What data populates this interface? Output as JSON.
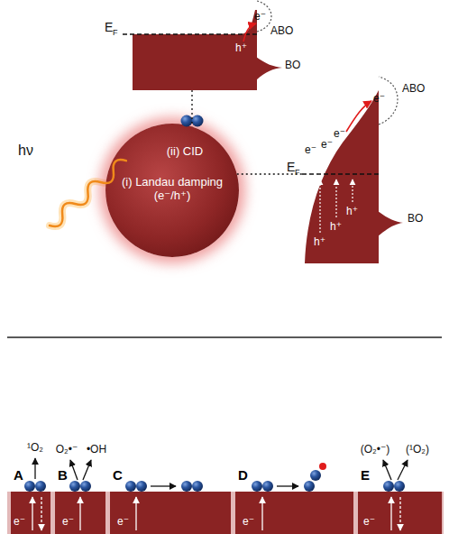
{
  "diagram": {
    "nodes": [
      {
        "text": [
          "h⁺"
        ]
      },
      {
        "text": [
          "(ii) CID",
          "(i) Landau damping (e⁻/h⁺)"
        ]
      },
      {
        "text": [
          "h⁺",
          "h⁺",
          "h⁺"
        ]
      },
      {
        "text": [
          "A",
          "e⁻"
        ]
      },
      {
        "text": [
          "B",
          "e⁻"
        ]
      },
      {
        "text": [
          "C",
          "e⁻"
        ]
      },
      {
        "text": [
          "D",
          "e⁻"
        ]
      },
      {
        "text": [
          "E",
          "e⁻"
        ]
      }
    ],
    "edges": [
      {
        "from": 0,
        "to": 1,
        "arrow": "none"
      },
      {
        "from": 1,
        "to": 2,
        "arrow": "none"
      }
    ],
    "labels": [
      "E",
      "F",
      "e⁻",
      "ABO",
      "BO",
      "hν",
      "E",
      "F",
      "e⁻",
      "e⁻",
      "e⁻",
      "ABO",
      "BO",
      "e⁻",
      "¹O₂",
      "O₂•⁻",
      "•OH",
      "(O₂•⁻)",
      "(¹O₂)"
    ]
  }
}
